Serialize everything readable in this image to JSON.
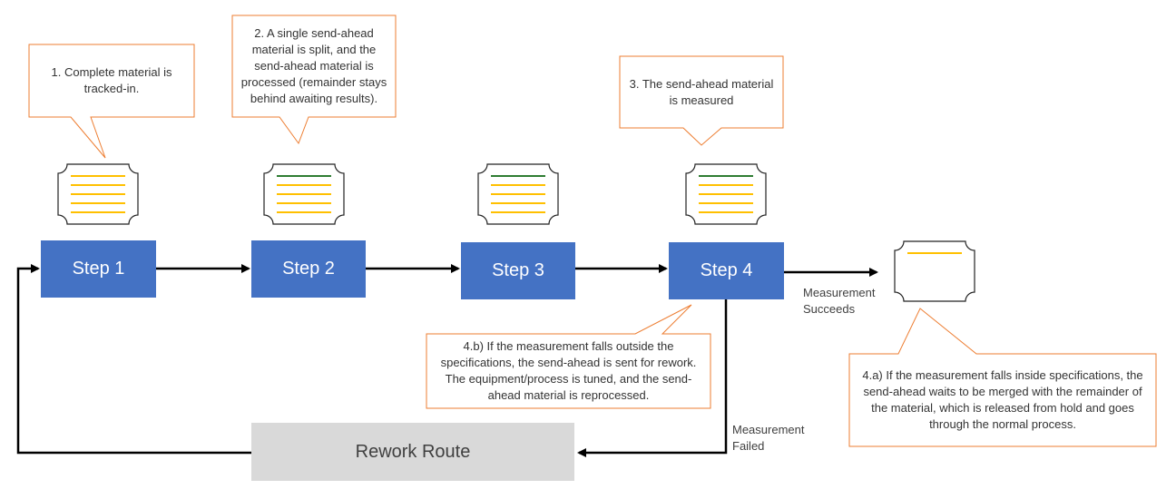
{
  "steps": [
    {
      "label": "Step 1"
    },
    {
      "label": "Step 2"
    },
    {
      "label": "Step 3"
    },
    {
      "label": "Step 4"
    }
  ],
  "rework": {
    "label": "Rework Route"
  },
  "callouts": [
    {
      "text": "1. Complete material is tracked-in."
    },
    {
      "text": "2. A single send-ahead material is split, and the send-ahead material is processed (remainder stays behind awaiting results)."
    },
    {
      "text": "3. The send-ahead material is measured"
    },
    {
      "text": "4.b) If the measurement falls outside the specifications, the send-ahead is sent for rework. The equipment/process is tuned, and the send-ahead material is reprocessed."
    },
    {
      "text": "4.a) If the measurement falls inside specifications, the send-ahead waits to be merged with the remainder of the material, which is released from hold and goes through the normal process."
    }
  ],
  "edge_labels": {
    "success": "Measurement Succeeds",
    "failed": "Measurement Failed"
  },
  "colors": {
    "step_fill": "#4472c4",
    "rework_fill": "#d9d9d9",
    "callout_border": "#ed7d31",
    "material_line_yellow": "#ffc000",
    "material_line_green": "#2e7d32",
    "arrow": "#000000"
  },
  "icons": [
    "material-document-icon"
  ]
}
